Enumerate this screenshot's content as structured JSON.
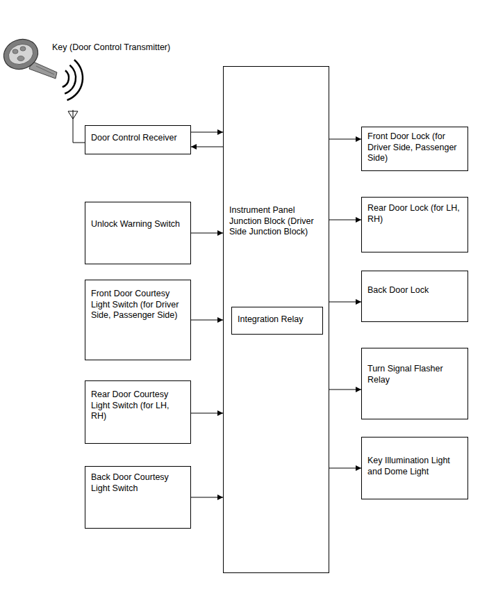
{
  "diagram": {
    "nodes": [
      {
        "text": [
          "Door Control Receiver"
        ]
      },
      {
        "text": [
          "Unlock Warning Switch"
        ]
      },
      {
        "text": [
          "Front Door Courtesy Light Switch (for Driver Side, Passenger Side)"
        ]
      },
      {
        "text": [
          "Rear Door Courtesy Light Switch (for LH, RH)"
        ]
      },
      {
        "text": [
          "Back Door Courtesy Light Switch"
        ]
      },
      {
        "text": [
          "Instrument Panel Junction Block (Driver Side Junction Block)"
        ]
      },
      {
        "text": [
          "Integration Relay"
        ],
        "in": 5
      },
      {
        "text": [
          "Front Door Lock (for Driver Side, Passenger Side)"
        ]
      },
      {
        "text": [
          "Rear Door Lock (for LH, RH)"
        ]
      },
      {
        "text": [
          "Back Door Lock"
        ]
      },
      {
        "text": [
          "Turn Signal Flasher Relay"
        ]
      },
      {
        "text": [
          "Key Illumination Light and Dome Light"
        ]
      }
    ],
    "edges": [
      {
        "from": 0,
        "to": 5,
        "arrow": "to"
      },
      {
        "from": 5,
        "to": 0,
        "arrow": "to"
      },
      {
        "from": 1,
        "to": 5,
        "arrow": "to"
      },
      {
        "from": 2,
        "to": 5,
        "arrow": "to"
      },
      {
        "from": 3,
        "to": 5,
        "arrow": "to"
      },
      {
        "from": 4,
        "to": 5,
        "arrow": "to"
      },
      {
        "from": 5,
        "to": 7,
        "arrow": "to"
      },
      {
        "from": 5,
        "to": 8,
        "arrow": "to"
      },
      {
        "from": 5,
        "to": 9,
        "arrow": "to"
      },
      {
        "from": 5,
        "to": 10,
        "arrow": "to"
      },
      {
        "from": 5,
        "to": 11,
        "arrow": "to"
      }
    ],
    "labels": [
      "Key (Door Control Transmitter)"
    ]
  }
}
